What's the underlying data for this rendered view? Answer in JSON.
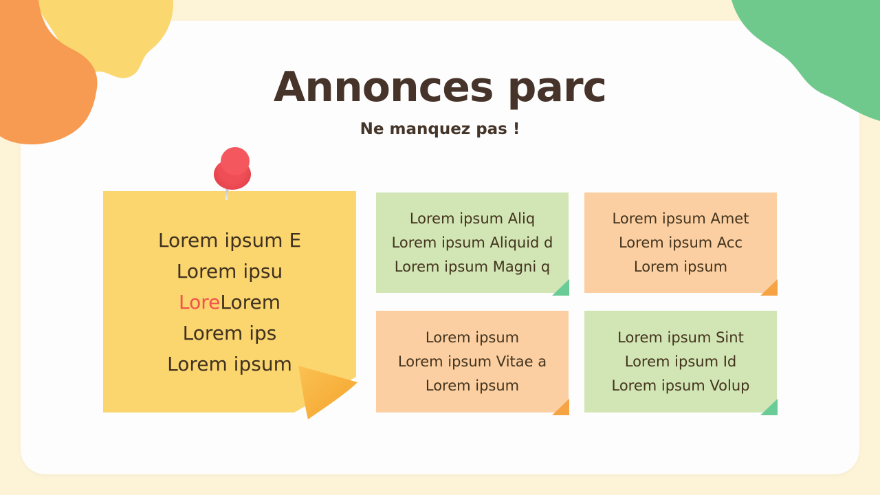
{
  "slide": {
    "title": "Annonces parc",
    "subtitle": "Ne manquez pas !"
  },
  "main_note": {
    "line1": "Lorem ipsum E",
    "line2": "Lorem ipsu",
    "line3_red": "Lore",
    "line3_dark": "Lorem",
    "line4": "Lorem ips",
    "line5": "Lorem ipsum"
  },
  "sticky_notes": [
    {
      "color": "green",
      "lines": [
        "Lorem ipsum Aliq",
        "Lorem ipsum Aliquid d",
        "Lorem ipsum Magni q"
      ]
    },
    {
      "color": "orange",
      "lines": [
        "Lorem ipsum Amet",
        "Lorem ipsum Acc",
        "Lorem ipsum"
      ]
    },
    {
      "color": "orange",
      "lines": [
        "Lorem ipsum",
        "Lorem ipsum Vitae a",
        "Lorem ipsum"
      ]
    },
    {
      "color": "green",
      "lines": [
        "Lorem ipsum Sint",
        "Lorem ipsum Id",
        "Lorem ipsum Volup"
      ]
    }
  ],
  "colors": {
    "background_cream": "#FDF3D7",
    "card_white": "#FDFDFE",
    "title_brown": "#46332A",
    "note_text_brown": "#3F3120",
    "accent_red": "#F0534B",
    "note_yellow": "#FBD56E",
    "note_yellow_fold": "#F5A22C",
    "note_green": "#D2E5B5",
    "note_green_fold": "#69CB96",
    "note_orange": "#FBCFA2",
    "note_orange_fold": "#F6A344",
    "blob_orange": "#F79B53",
    "blob_yellow": "#FAD76F",
    "blob_green": "#70C98C",
    "pin_red": "#EE4B52"
  }
}
